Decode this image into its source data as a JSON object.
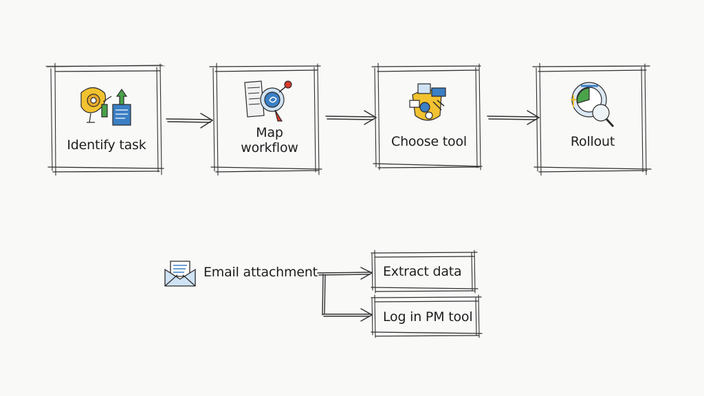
{
  "steps": [
    {
      "label": "Identify task",
      "icon": "task-target-icon"
    },
    {
      "label": "Map workflow",
      "icon": "workflow-magnifier-icon"
    },
    {
      "label": "Choose tool",
      "icon": "tool-shield-icon"
    },
    {
      "label": "Rollout",
      "icon": "rollout-clock-icon"
    }
  ],
  "example": {
    "source": {
      "label": "Email attachment",
      "icon": "envelope-icon"
    },
    "targets": [
      {
        "label": "Extract data"
      },
      {
        "label": "Log in PM tool"
      }
    ]
  },
  "colors": {
    "ink": "#2a2a2a",
    "accent_blue": "#3b7fc4",
    "accent_yellow": "#f2c230",
    "accent_green": "#4aa34a",
    "accent_red": "#d93a2b"
  }
}
